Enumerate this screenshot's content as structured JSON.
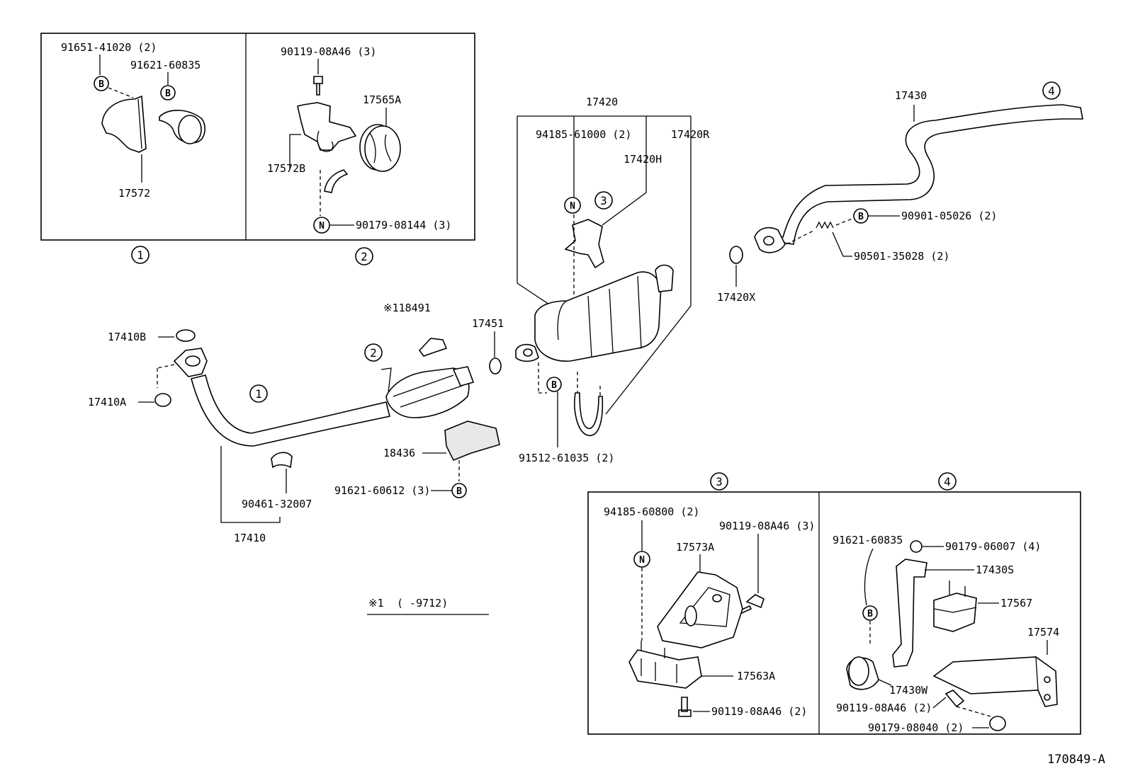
{
  "drawing_id": "170849-A",
  "note": {
    "mark": "※1",
    "text": "(      -9712)"
  },
  "inset_numbers": [
    "1",
    "2",
    "3",
    "4"
  ],
  "fastener_codes": {
    "bolt": "B",
    "nut": "N"
  },
  "labels": {
    "p91651_41020": "91651-41020 (2)",
    "p91621_60835_a": "91621-60835",
    "p17572": "17572",
    "p90119_08A46_3a": "90119-08A46 (3)",
    "p17565A": "17565A",
    "p17572B": "17572B",
    "p90179_08144": "90179-08144 (3)",
    "p17420": "17420",
    "p94185_61000": "94185-61000 (2)",
    "p17420R": "17420R",
    "p17420H": "17420H",
    "p17430": "17430",
    "p90901_05026": "90901-05026 (2)",
    "p90501_35028": "90501-35028 (2)",
    "p17420X": "17420X",
    "p118491": "※118491",
    "p17451": "17451",
    "p17410B": "17410B",
    "p17410A": "17410A",
    "p18436": "18436",
    "p91621_60612": "91621-60612 (3)",
    "p91512_61035": "91512-61035 (2)",
    "p90461_32007": "90461-32007",
    "p17410": "17410",
    "p94185_60800": "94185-60800 (2)",
    "p90119_08A46_3b": "90119-08A46 (3)",
    "p17573A": "17573A",
    "p17563A": "17563A",
    "p90119_08A46_2a": "90119-08A46 (2)",
    "p91621_60835_b": "91621-60835",
    "p90179_06007": "90179-06007 (4)",
    "p17430S": "17430S",
    "p17567": "17567",
    "p17574": "17574",
    "p17430W": "17430W",
    "p90119_08A46_2b": "90119-08A46 (2)",
    "p90179_08040": "90179-08040 (2)"
  }
}
